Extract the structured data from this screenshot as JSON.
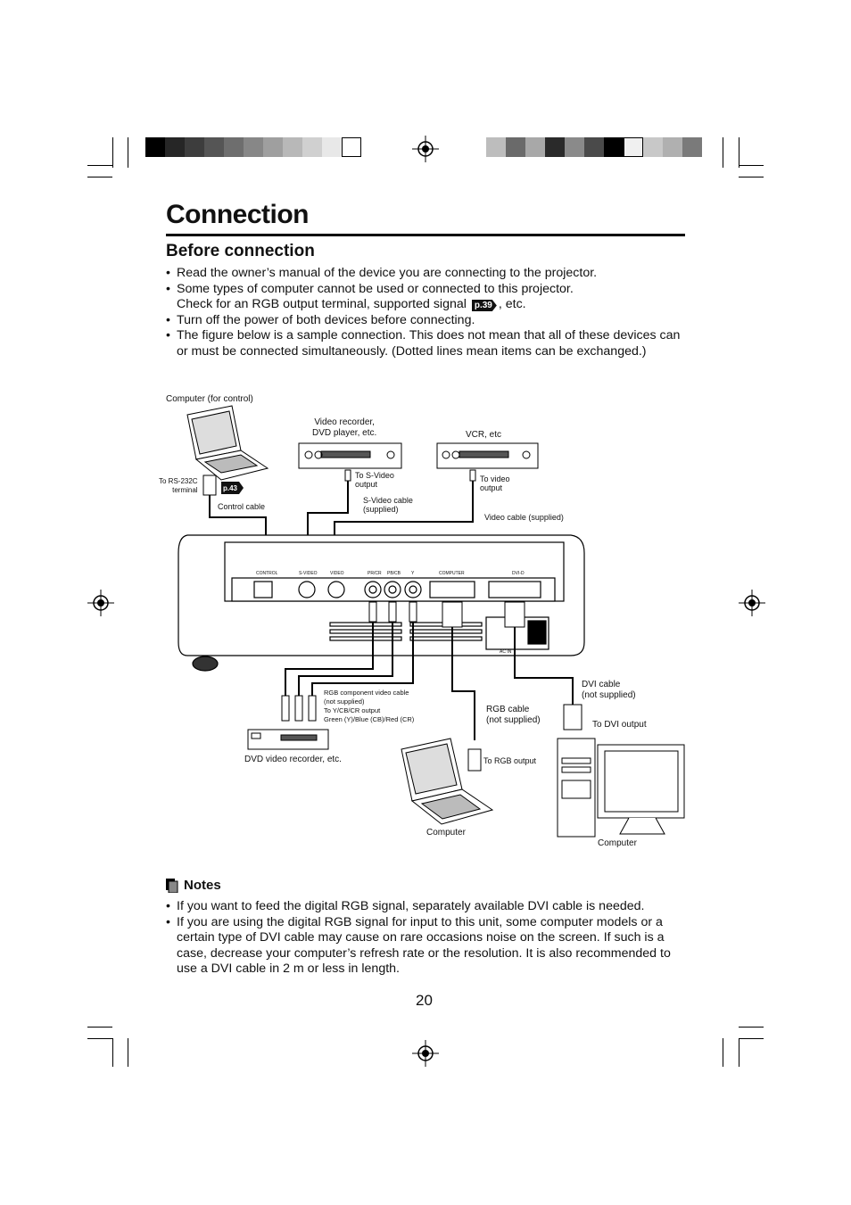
{
  "page": {
    "title": "Connection",
    "subtitle": "Before connection",
    "page_number": "20"
  },
  "bullets": {
    "b1": "Read the owner’s manual of the device you are connecting to the projector.",
    "b2_line1": "Some types of computer cannot be used or connected to this projector.",
    "b2_line2_pre": "Check for an RGB output terminal, supported signal",
    "b2_ref": "p.39",
    "b2_line2_post": ", etc.",
    "b3": "Turn off the power of both devices before connecting.",
    "b4": "The figure below is a sample connection. This does not mean that all of these devices can or must be connected simultaneously. (Dotted lines mean items can be exchanged.)"
  },
  "diagram": {
    "computer_control": "Computer (for control)",
    "video_recorder_l1": "Video recorder,",
    "video_recorder_l2": "DVD player, etc.",
    "vcr": "VCR, etc",
    "to_rs232c_l1": "To RS-232C",
    "to_rs232c_l2": "terminal",
    "rs232_ref": "p.43",
    "control_cable": "Control cable",
    "to_svideo_l1": "To S-Video",
    "to_svideo_l2": "output",
    "svideo_cable_l1": "S-Video cable",
    "svideo_cable_l2": "(supplied)",
    "to_video_l1": "To video",
    "to_video_l2": "output",
    "video_cable": "Video cable (supplied)",
    "panel_control": "CONTROL",
    "panel_svideo": "S-VIDEO",
    "panel_video": "VIDEO",
    "panel_pr": "PR/CR",
    "panel_pb": "PB/CB",
    "panel_y": "Y",
    "panel_computer": "COMPUTER",
    "panel_dvi": "DVI-D",
    "panel_acin": "AC IN",
    "rgb_comp_l1": "RGB component video cable",
    "rgb_comp_l2": "(not supplied)",
    "rgb_comp_l3": "To Y/CB/CR output",
    "rgb_comp_l4": "Green (Y)/Blue (CB)/Red (CR)",
    "dvd_recorder": "DVD video recorder, etc.",
    "rgb_cable_l1": "RGB cable",
    "rgb_cable_l2": "(not supplied)",
    "to_rgb_output": "To RGB output",
    "dvi_cable_l1": "DVI cable",
    "dvi_cable_l2": "(not supplied)",
    "to_dvi_output": "To DVI output",
    "computer_laptop": "Computer",
    "computer_desktop": "Computer"
  },
  "notes": {
    "heading": "Notes",
    "n1": "If you want to feed the digital RGB signal, separately available DVI cable is needed.",
    "n2": "If you are using the digital RGB signal for input to this unit, some computer models or a certain type of DVI cable may cause on rare occasions noise on the screen. If such is a case, decrease your computer’s refresh rate or the resolution. It is also recommended to use a DVI cable in 2 m or less in length."
  },
  "colors": {
    "text": "#111111",
    "bar_left": [
      "#000000",
      "#262626",
      "#3d3d3d",
      "#555555",
      "#6e6e6e",
      "#878787",
      "#9f9f9f",
      "#b8b8b8",
      "#d0d0d0",
      "#e8e8e8",
      "#ffffff"
    ],
    "bar_right": [
      "#bdbdbd",
      "#6a6a6a",
      "#a8a8a8",
      "#2a2a2a",
      "#8a8a8a",
      "#4a4a4a",
      "#000000",
      "#f0f0f0",
      "#c8c8c8",
      "#b0b0b0",
      "#7a7a7a"
    ]
  }
}
